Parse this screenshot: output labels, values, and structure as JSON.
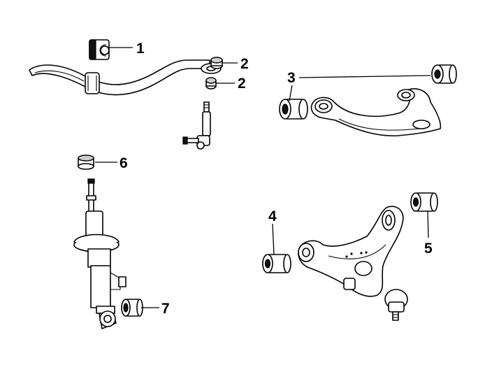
{
  "callouts": [
    "1",
    "2",
    "2",
    "3",
    "4",
    "5",
    "6",
    "7"
  ],
  "colors": {
    "line": "#000000",
    "background": "#ffffff",
    "shade": "#cfcfcf"
  }
}
